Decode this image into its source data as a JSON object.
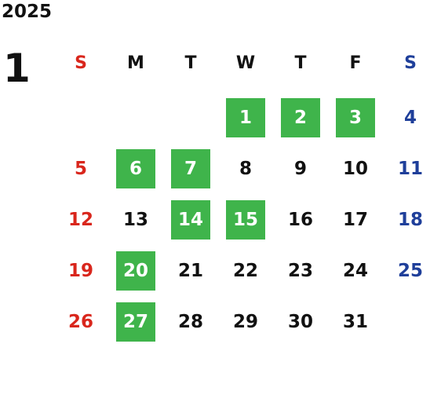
{
  "year": "2025",
  "month": "1",
  "weekdays": [
    "S",
    "M",
    "T",
    "W",
    "T",
    "F",
    "S"
  ],
  "weeks": [
    [
      "",
      "",
      "",
      "1",
      "2",
      "3",
      "4"
    ],
    [
      "5",
      "6",
      "7",
      "8",
      "9",
      "10",
      "11"
    ],
    [
      "12",
      "13",
      "14",
      "15",
      "16",
      "17",
      "18"
    ],
    [
      "19",
      "20",
      "21",
      "22",
      "23",
      "24",
      "25"
    ],
    [
      "26",
      "27",
      "28",
      "29",
      "30",
      "31",
      ""
    ]
  ],
  "highlighted_days": [
    "1",
    "2",
    "3",
    "6",
    "7",
    "14",
    "15",
    "20",
    "27"
  ],
  "colors": {
    "sunday": "#d9261c",
    "saturday": "#1f3f9a",
    "highlight": "#3fb44b",
    "text": "#111111"
  }
}
